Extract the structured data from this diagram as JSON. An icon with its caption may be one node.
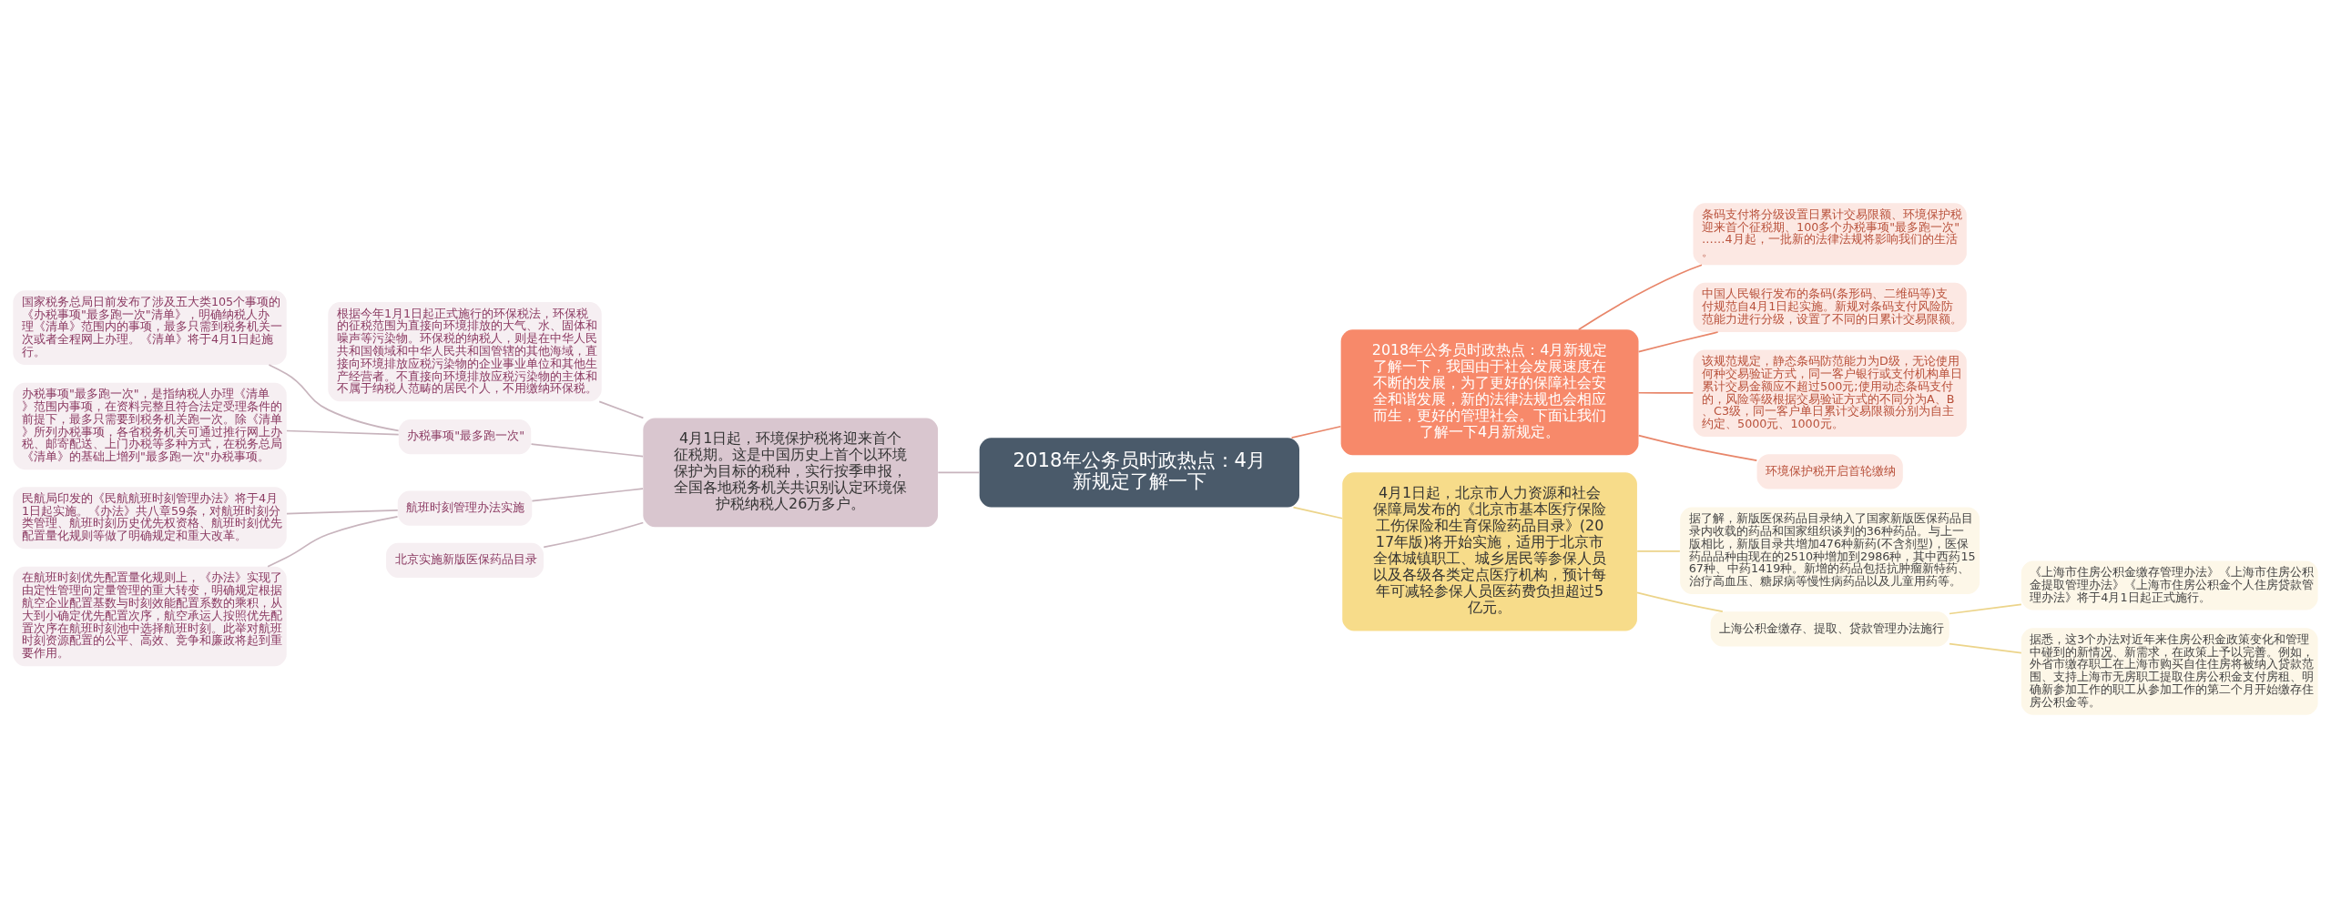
{
  "diagram": {
    "nodes": [
      {
        "text": [
          "2018年公务员时政热点：4月新规定了解一下"
        ]
      },
      {
        "text": [
          "2018年公务员时政热点：4月新规定了解一下，我国由于社会发展速度在不断的发展，为了更好的保障社会安全和谐发展，新的法律法规也会相应而生，更好的管理社会。下面让我们了解一下4月新规定。"
        ]
      },
      {
        "text": [
          "条码支付将分级设置日累计交易限额、环境保护税迎来首个征税期、100多个办税事项\"最多跑一次\"……4月起，一批新的法律法规将影响我们的生活。"
        ]
      },
      {
        "text": [
          "中国人民银行发布的条码(条形码、二维码等)支付规范自4月1日起实施。新规对条码支付风险防范能力进行分级，设置了不同的日累计交易限额。"
        ]
      },
      {
        "text": [
          "该规范规定，静态条码防范能力为D级，无论使用何种交易验证方式，同一客户银行或支付机构单日累计交易金额应不超过500元;使用动态条码支付的，风险等级根据交易验证方式的不同分为A、B、C3级，同一客户单日累计交易限额分别为自主约定、5000元、1000元。"
        ]
      },
      {
        "text": [
          "环境保护税开启首轮缴纳"
        ]
      },
      {
        "text": [
          "4月1日起，北京市人力资源和社会保障局发布的《北京市基本医疗保险工伤保险和生育保险药品目录》(2017年版)将开始实施，适用于北京市全体城镇职工、城乡居民等参保人员以及各级各类定点医疗机构，预计每年可减轻参保人员医药费负担超过5亿元。"
        ]
      },
      {
        "text": [
          "据了解，新版医保药品目录纳入了国家新版医保药品目录内收载的药品和国家组织谈判的36种药品。与上一版相比，新版目录共增加476种新药(不含剂型)，医保药品品种由现在的2510种增加到2986种，其中西药1567种、中药1419种。新增的药品包括抗肿瘤新特药、治疗高血压、糖尿病等慢性病药品以及儿童用药等。"
        ]
      },
      {
        "text": [
          "上海公积金缴存、提取、贷款管理办法施行"
        ]
      },
      {
        "text": [
          "《上海市住房公积金缴存管理办法》《上海市住房公积金提取管理办法》《上海市住房公积金个人住房贷款管理办法》将于4月1日起正式施行。"
        ]
      },
      {
        "text": [
          "据悉，这3个办法对近年来住房公积金政策变化和管理中碰到的新情况、新需求，在政策上予以完善。例如，外省市缴存职工在上海市购买自住住房将被纳入贷款范围、支持上海市无房职工提取住房公积金支付房租、明确新参加工作的职工从参加工作的第二个月开始缴存住房公积金等。"
        ]
      },
      {
        "text": [
          "4月1日起，环境保护税将迎来首个征税期。这是中国历史上首个以环境保护为目标的税种，实行按季申报，全国各地税务机关共识别认定环境保护税纳税人26万多户。"
        ]
      },
      {
        "text": [
          "根据今年1月1日起正式施行的环保税法，环保税的征税范围为直接向环境排放的大气、水、固体和噪声等污染物。环保税的纳税人，则是在中华人民共和国领域和中华人民共和国管辖的其他海域，直接向环境排放应税污染物的企业事业单位和其他生产经营者。不直接向环境排放应税污染物的主体和不属于纳税人范畴的居民个人，不用缴纳环保税。"
        ]
      },
      {
        "text": [
          "办税事项\"最多跑一次\""
        ]
      },
      {
        "text": [
          "国家税务总局日前发布了涉及五大类105个事项的《办税事项\"最多跑一次\"清单》，明确纳税人办理《清单》范围内的事项，最多只需到税务机关一次或者全程网上办理。《清单》将于4月1日起施行。"
        ]
      },
      {
        "text": [
          "办税事项\"最多跑一次\"，是指纳税人办理《清单》范围内事项，在资料完整且符合法定受理条件的前提下，最多只需要到税务机关跑一次。除《清单》所列办税事项，各省税务机关可通过推行网上办税、邮寄配送、上门办税等多种方式，在税务总局《清单》的基础上增列\"最多跑一次\"办税事项。"
        ]
      },
      {
        "text": [
          "航班时刻管理办法实施"
        ]
      },
      {
        "text": [
          "民航局印发的《民航航班时刻管理办法》将于4月1日起实施。《办法》共八章59条，对航班时刻分类管理、航班时刻历史优先权资格、航班时刻优先配置量化规则等做了明确规定和重大改革。"
        ]
      },
      {
        "text": [
          "在航班时刻优先配置量化规则上，《办法》实现了由定性管理向定量管理的重大转变，明确规定根据航空企业配置基数与时刻效能配置系数的乘积，从大到小确定优先配置次序，航空承运人按照优先配置次序在航班时刻池中选择航班时刻。此举对航班时刻资源配置的公平、高效、竞争和廉政将起到重要作用。"
        ]
      },
      {
        "text": [
          "北京实施新版医保药品目录"
        ]
      }
    ],
    "edges": [
      {
        "from": 0,
        "to": 1,
        "arrow": "none",
        "color": "#e8866a"
      },
      {
        "from": 1,
        "to": 2,
        "arrow": "none",
        "color": "#e8866a"
      },
      {
        "from": 1,
        "to": 3,
        "arrow": "none",
        "color": "#e8866a"
      },
      {
        "from": 1,
        "to": 4,
        "arrow": "none",
        "color": "#e8866a"
      },
      {
        "from": 1,
        "to": 5,
        "arrow": "none",
        "color": "#e8866a"
      },
      {
        "from": 0,
        "to": 6,
        "arrow": "none",
        "color": "#ecd48a"
      },
      {
        "from": 6,
        "to": 7,
        "arrow": "none",
        "color": "#ecd48a"
      },
      {
        "from": 6,
        "to": 8,
        "arrow": "none",
        "color": "#ecd48a"
      },
      {
        "from": 8,
        "to": 9,
        "arrow": "none",
        "color": "#ecd48a"
      },
      {
        "from": 8,
        "to": 10,
        "arrow": "none",
        "color": "#ecd48a"
      },
      {
        "from": 0,
        "to": 11,
        "arrow": "none"
      },
      {
        "from": 11,
        "to": 12,
        "arrow": "none"
      },
      {
        "from": 11,
        "to": 13,
        "arrow": "none"
      },
      {
        "from": 13,
        "to": 14,
        "arrow": "none"
      },
      {
        "from": 13,
        "to": 15,
        "arrow": "none"
      },
      {
        "from": 11,
        "to": 16,
        "arrow": "none"
      },
      {
        "from": 16,
        "to": 17,
        "arrow": "none"
      },
      {
        "from": 16,
        "to": 18,
        "arrow": "none"
      },
      {
        "from": 11,
        "to": 19,
        "arrow": "none"
      }
    ]
  }
}
